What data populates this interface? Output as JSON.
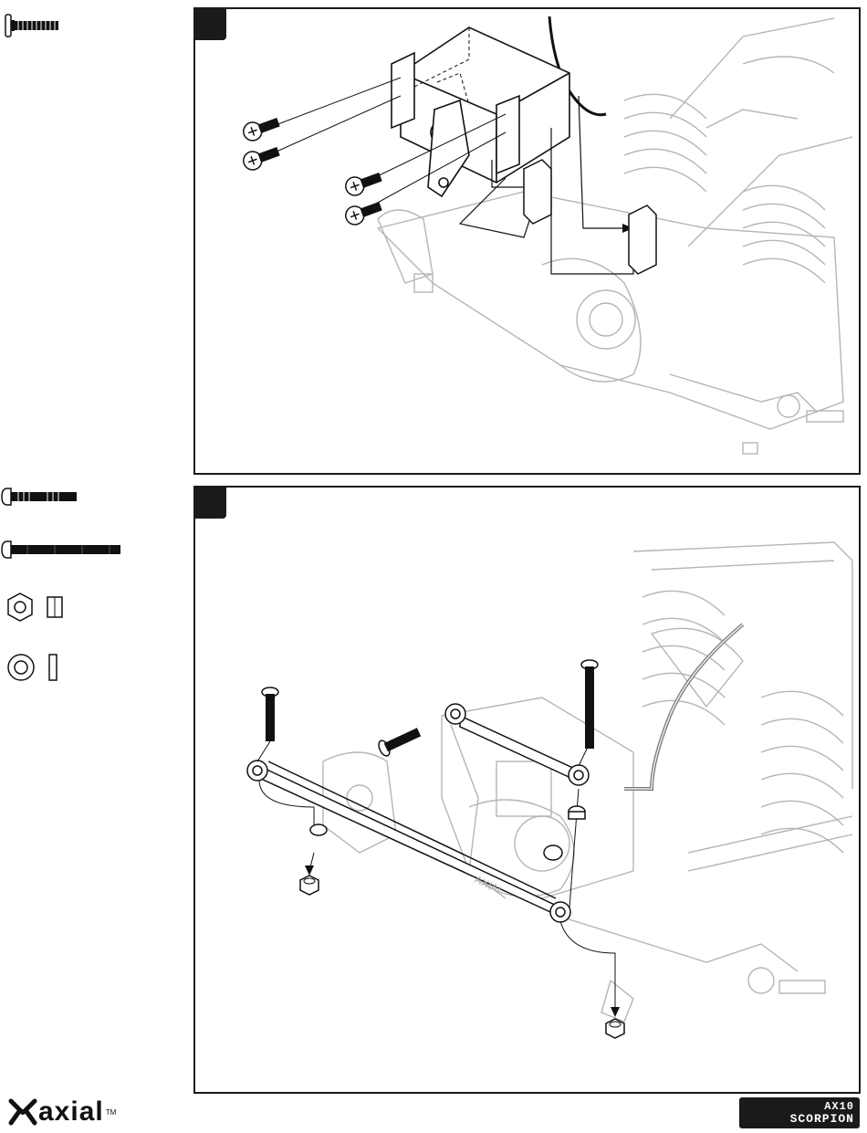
{
  "steps": [
    {
      "number": ""
    },
    {
      "number": ""
    }
  ],
  "watermark_text": "AXIAL",
  "footer": {
    "brand_logo": "axial",
    "trademark": "TM",
    "product_line1": "AX10",
    "product_line2": "SCORPION"
  },
  "colors": {
    "line": "#1a1a1a",
    "ghost": "#b5b5b5",
    "badge": "#1a1a1a"
  },
  "icons": [
    "flange-screw-icon",
    "button-head-screw-icon",
    "long-button-head-screw-icon",
    "hex-nut-icon",
    "washer-icon",
    "axial-logo-icon",
    "scorpion-logo-icon"
  ]
}
